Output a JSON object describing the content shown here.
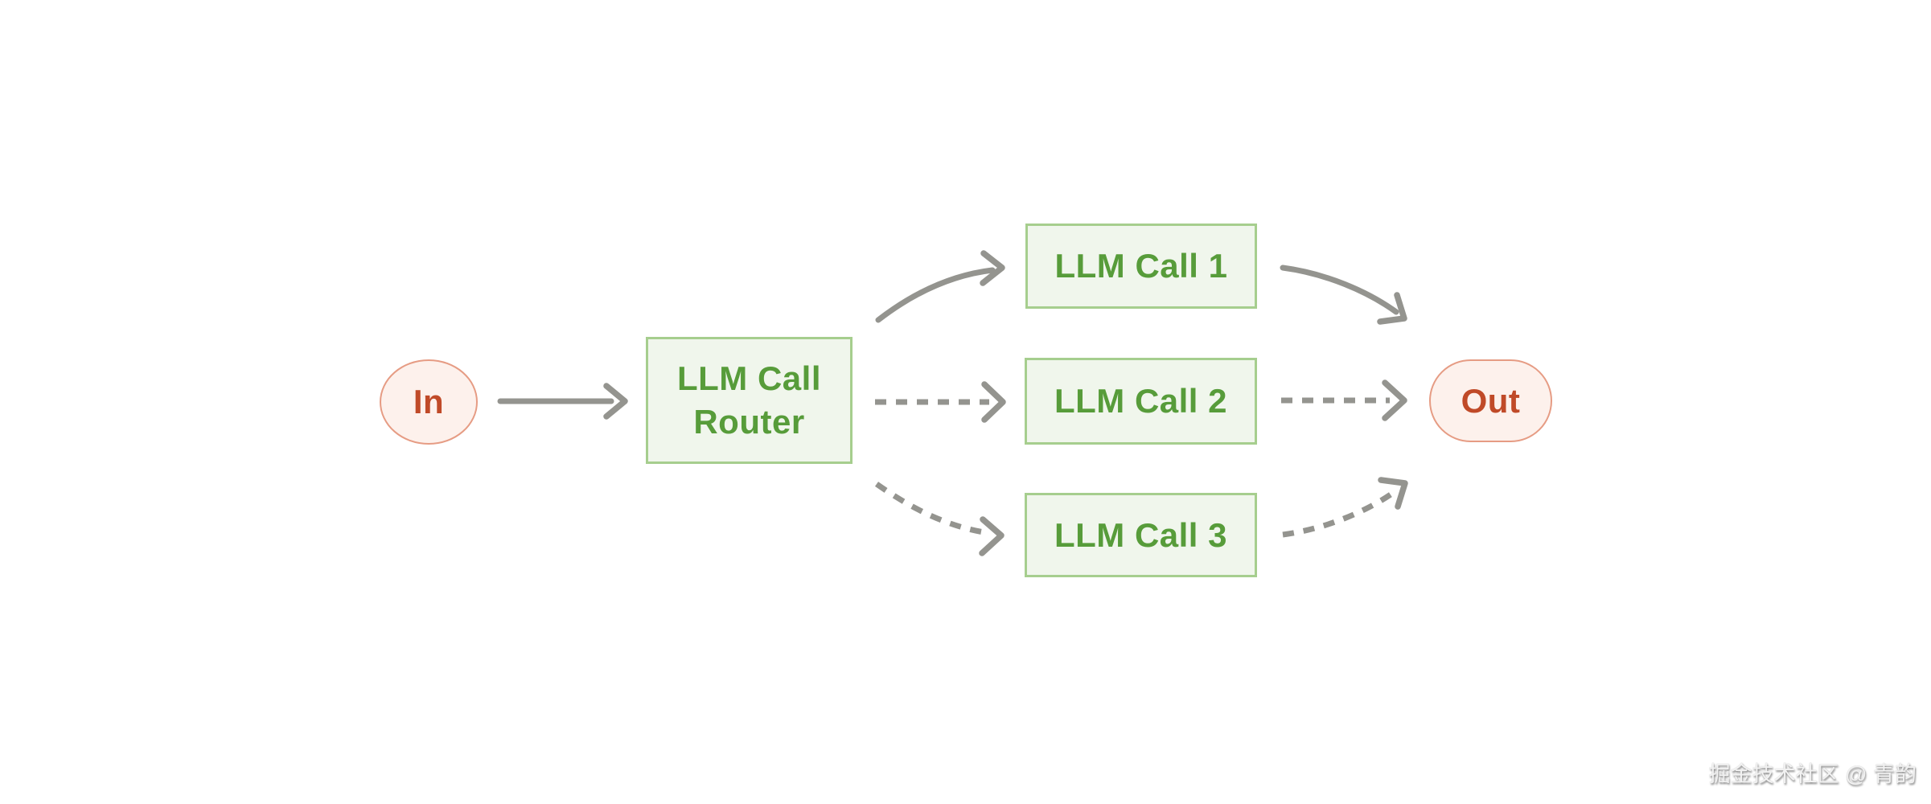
{
  "diagram": {
    "title_hint": "LLM call routing workflow",
    "nodes": {
      "in": {
        "label": "In"
      },
      "router": {
        "label_line1": "LLM Call",
        "label_line2": "Router"
      },
      "call1": {
        "label": "LLM Call 1"
      },
      "call2": {
        "label": "LLM Call 2"
      },
      "call3": {
        "label": "LLM Call 3"
      },
      "out": {
        "label": "Out"
      }
    },
    "edges": [
      {
        "from": "in",
        "to": "router",
        "style": "solid"
      },
      {
        "from": "router",
        "to": "call1",
        "style": "solid"
      },
      {
        "from": "router",
        "to": "call2",
        "style": "dashed"
      },
      {
        "from": "router",
        "to": "call3",
        "style": "dashed"
      },
      {
        "from": "call1",
        "to": "out",
        "style": "solid"
      },
      {
        "from": "call2",
        "to": "out",
        "style": "dashed"
      },
      {
        "from": "call3",
        "to": "out",
        "style": "dashed"
      }
    ],
    "colors": {
      "green_fill": "#f0f6ec",
      "green_border": "#a6ce8e",
      "green_text": "#579c3a",
      "pink_fill": "#fdf1ec",
      "pink_border": "#e69c84",
      "red_text": "#c04a28",
      "arrow": "#94948f"
    }
  },
  "watermark": {
    "text": "掘金技术社区 @ 青韵"
  }
}
